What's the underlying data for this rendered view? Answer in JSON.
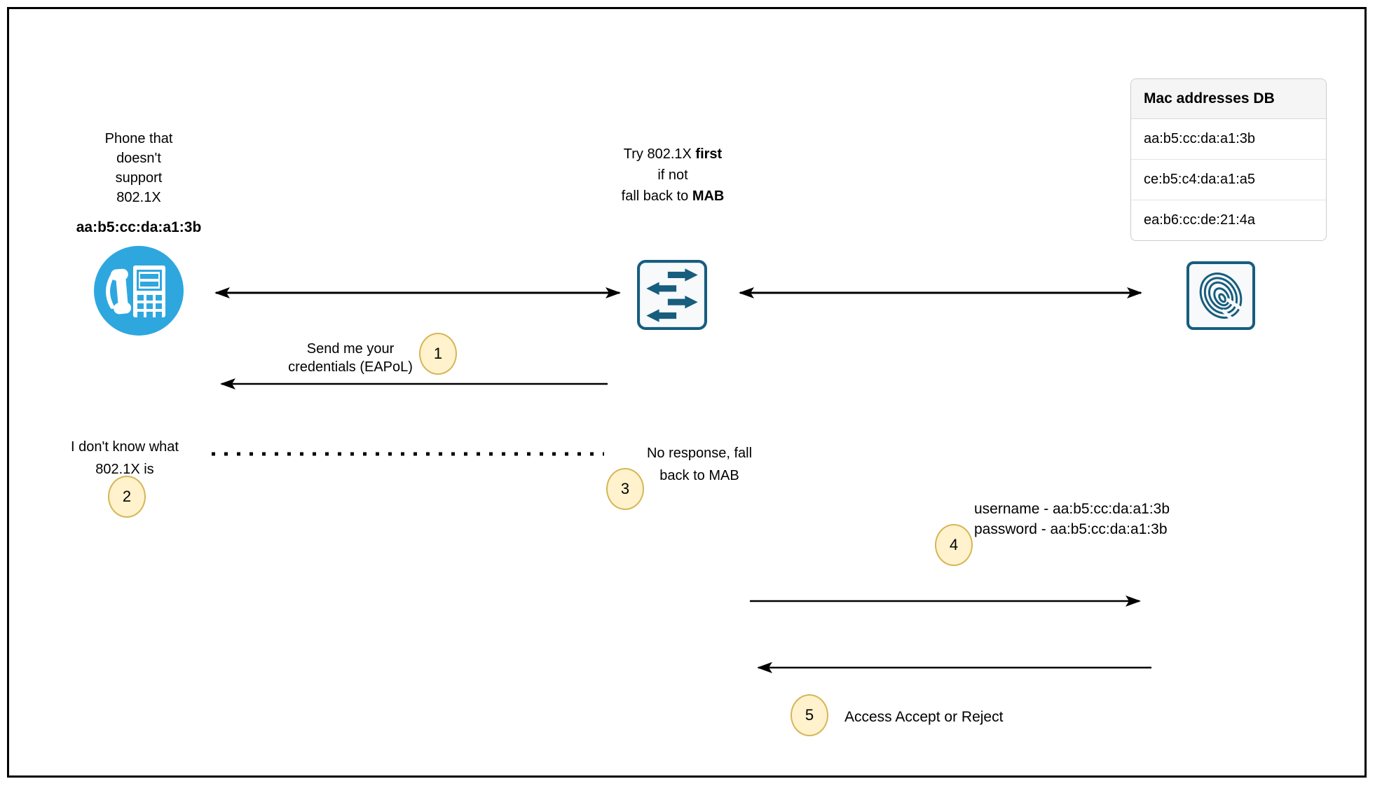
{
  "colors": {
    "phone_blue": "#2EA7DF",
    "teal": "#175D7E",
    "badge_fill": "#FFF2CC",
    "badge_stroke": "#D6B656",
    "arrow_black": "#000000",
    "table_header_bg": "#F5F5F5"
  },
  "phone": {
    "label_lines": [
      "Phone that",
      "doesn't",
      "support",
      "802.1X"
    ],
    "mac": "aa:b5:cc:da:a1:3b"
  },
  "switch": {
    "line1_prefix": "Try 802.1X ",
    "line1_bold": "first",
    "line2": "if not",
    "line3_prefix": "fall back to ",
    "line3_bold": "MAB"
  },
  "db_table": {
    "title": "Mac addresses DB",
    "rows": [
      "aa:b5:cc:da:a1:3b",
      "ce:b5:c4:da:a1:a5",
      "ea:b6:cc:de:21:4a"
    ]
  },
  "messages": {
    "m1": {
      "badge": "1",
      "lines": [
        "Send me your",
        "credentials (EAPoL)"
      ]
    },
    "m2": {
      "badge": "2",
      "lines": [
        "I don't know what",
        "802.1X is"
      ]
    },
    "m3": {
      "badge": "3",
      "lines": [
        "No response, fall",
        "back to MAB"
      ]
    },
    "m4": {
      "badge": "4",
      "lines": [
        "username - aa:b5:cc:da:a1:3b",
        "password - aa:b5:cc:da:a1:3b"
      ]
    },
    "m5": {
      "badge": "5",
      "label": "Access Accept or Reject"
    }
  }
}
